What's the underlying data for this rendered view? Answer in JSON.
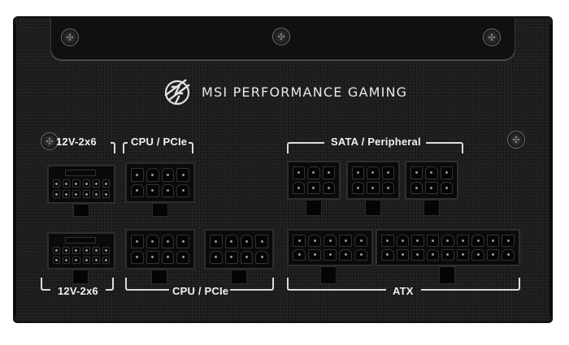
{
  "brand": {
    "text": "MSI PERFORMANCE GAMING",
    "logo_icon": "msi-performance-gaming-logo-icon"
  },
  "colors": {
    "chassis": "#1c1c1c",
    "plate": "#101010",
    "label": "#f0f0f0",
    "background": "#ffffff"
  },
  "top_labels": {
    "g12v": "12V-2x6",
    "cpu_pcie": "CPU / PCIe",
    "sata_peripheral": "SATA / Peripheral"
  },
  "bottom_labels": {
    "g12v": "12V-2x6",
    "cpu_pcie": "CPU / PCIe",
    "atx": "ATX"
  },
  "connectors": [
    {
      "id": "12v-2x6-top",
      "group": "12V-2x6",
      "pins": 12,
      "sense_pins": 4
    },
    {
      "id": "cpu-pcie-top-1",
      "group": "CPU / PCIe",
      "pins": 8
    },
    {
      "id": "sata-1",
      "group": "SATA / Peripheral",
      "pins": 6
    },
    {
      "id": "sata-2",
      "group": "SATA / Peripheral",
      "pins": 6
    },
    {
      "id": "sata-3",
      "group": "SATA / Peripheral",
      "pins": 6
    },
    {
      "id": "12v-2x6-bottom",
      "group": "12V-2x6",
      "pins": 12,
      "sense_pins": 4
    },
    {
      "id": "cpu-pcie-bottom-1",
      "group": "CPU / PCIe",
      "pins": 8
    },
    {
      "id": "cpu-pcie-bottom-2",
      "group": "CPU / PCIe",
      "pins": 8
    },
    {
      "id": "atx-10pin",
      "group": "ATX",
      "pins": 10
    },
    {
      "id": "atx-18pin",
      "group": "ATX",
      "pins": 18
    }
  ],
  "screws": [
    "screw-top-left-icon",
    "screw-top-center-icon",
    "screw-top-right-icon",
    "screw-left-icon",
    "screw-right-icon"
  ]
}
